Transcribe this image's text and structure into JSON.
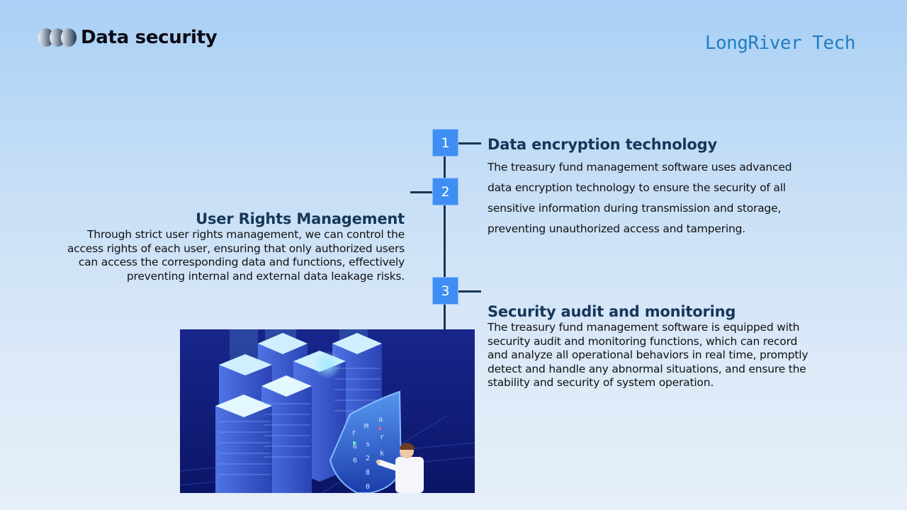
{
  "header": {
    "title": "Data security",
    "brand": "LongRiver Tech"
  },
  "sections": [
    {
      "number": "1",
      "title": "Data encryption technology",
      "body": "The treasury fund management software uses advanced data encryption technology to ensure the security of all sensitive information during transmission and storage, preventing unauthorized access and tampering."
    },
    {
      "number": "2",
      "title": "User Rights Management",
      "body": "Through strict user rights management, we can control the access rights of each user, ensuring that only authorized users can access the corresponding data and functions, effectively preventing internal and external data leakage risks."
    },
    {
      "number": "3",
      "title": "Security audit and monitoring",
      "body": "The treasury fund management software is equipped with security audit and monitoring functions, which can record and analyze all operational behaviors in real time, promptly detect and handle any abnormal situations, and ensure the stability and security of system operation."
    }
  ],
  "colors": {
    "accent": "#3f8ef3",
    "heading": "#17365a",
    "brand": "#1f7fc0",
    "line": "#1a3553"
  },
  "illustration": {
    "icon": "server-shield-illustration"
  }
}
